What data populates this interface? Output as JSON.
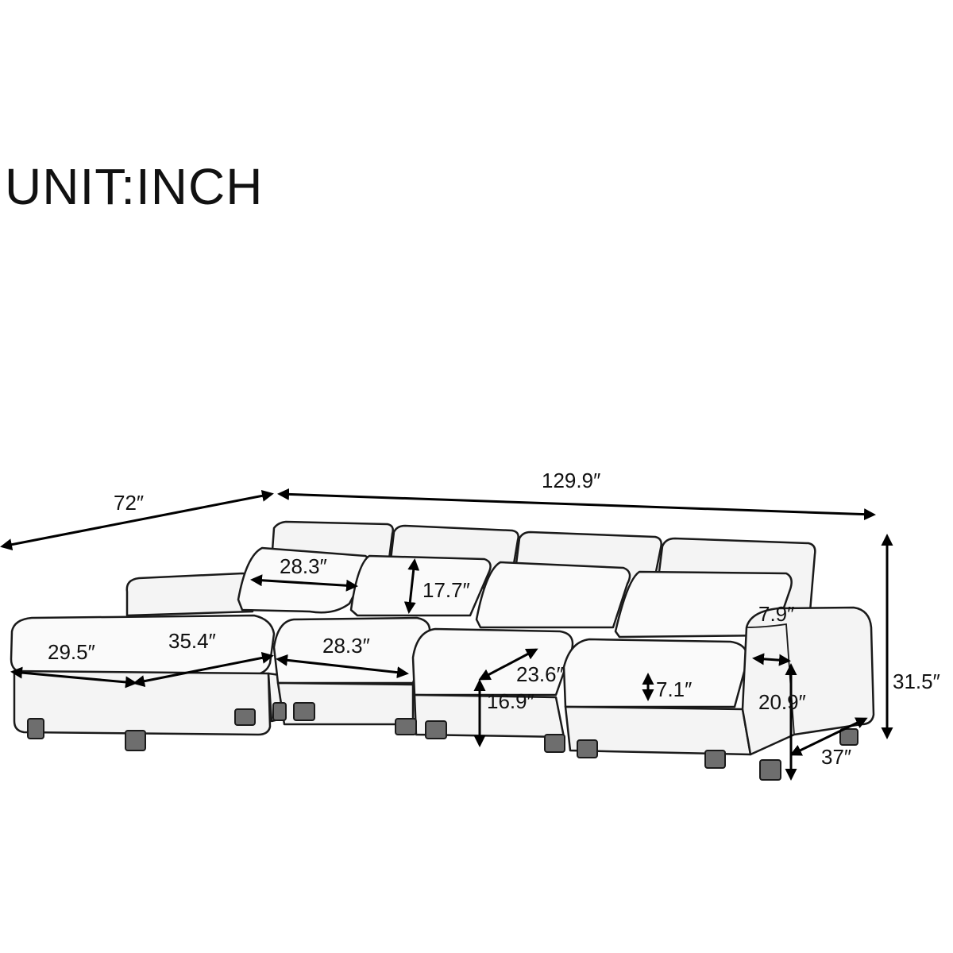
{
  "title": "UNIT:INCH",
  "dimensions": {
    "width_total": "129.9″",
    "chaise_depth": "72″",
    "height_total": "31.5″",
    "pillow_width": "28.3″",
    "pillow_height": "17.7″",
    "ottoman_width": "29.5″",
    "ottoman_length": "35.4″",
    "seat_width": "28.3″",
    "seat_depth": "23.6″",
    "seat_height": "16.9″",
    "cushion_thickness": "7.1″",
    "arm_width": "7.9″",
    "arm_height": "20.9″",
    "depth_total": "37″"
  }
}
